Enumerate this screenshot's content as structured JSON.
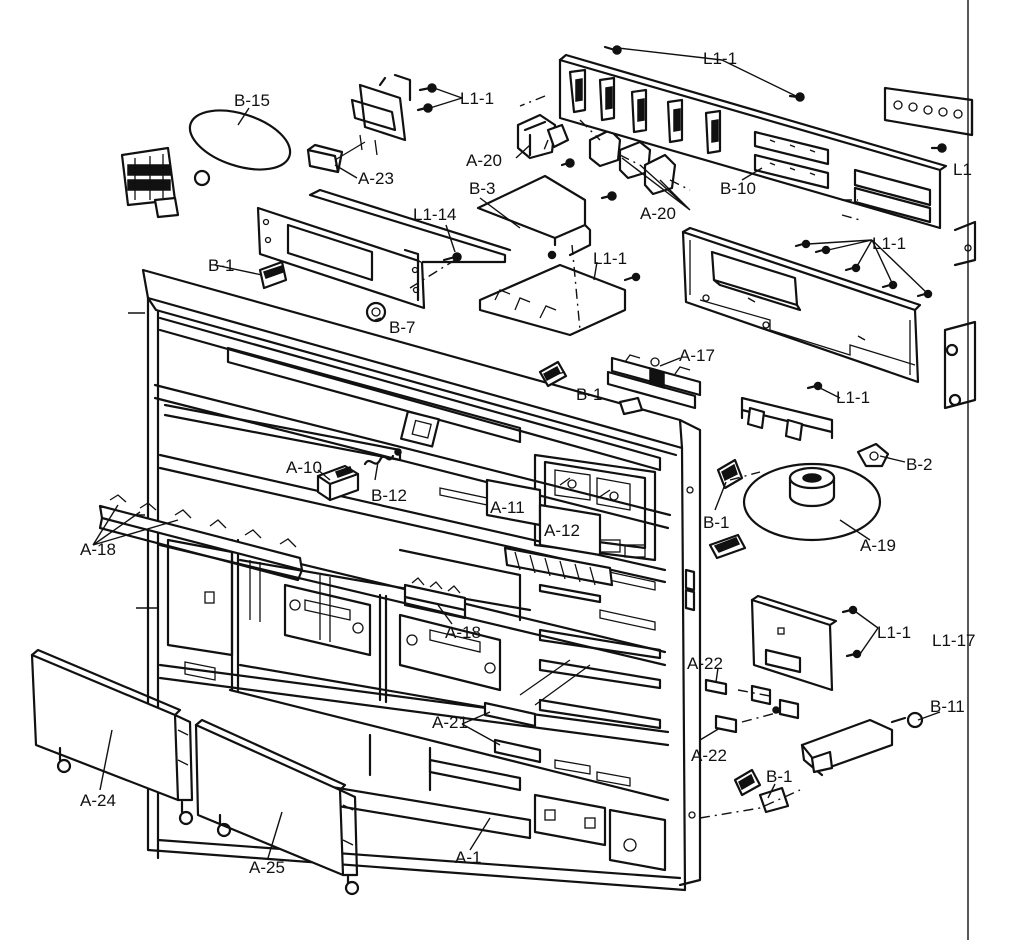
{
  "diagram": {
    "labels": {
      "b15": "B-15",
      "l11_a": "L1-1",
      "l11_b": "L1-1",
      "l11_c": "L1-1",
      "l11_d": "L1-1",
      "l11_e": "L1-1",
      "l11_f": "L1-1",
      "a23": "A-23",
      "a20_a": "A-20",
      "a20_b": "A-20",
      "b3": "B-3",
      "l114": "L1-14",
      "b10": "B-10",
      "b1_a": "B-1",
      "b1_b": "B-1",
      "b1_c": "B-1",
      "b1_d": "B-1",
      "b7": "B-7",
      "a17": "A-17",
      "l1_edge": "L1",
      "a10": "A-10",
      "b12": "B-12",
      "a11": "A-11",
      "a12": "A-12",
      "b2": "B-2",
      "a18_a": "A-18",
      "a18_b": "A-18",
      "a19": "A-19",
      "l117": "L1-17",
      "a22_a": "A-22",
      "a22_b": "A-22",
      "a21": "A-21",
      "b11": "B-11",
      "a24": "A-24",
      "a25": "A-25",
      "a1": "A-1"
    }
  }
}
